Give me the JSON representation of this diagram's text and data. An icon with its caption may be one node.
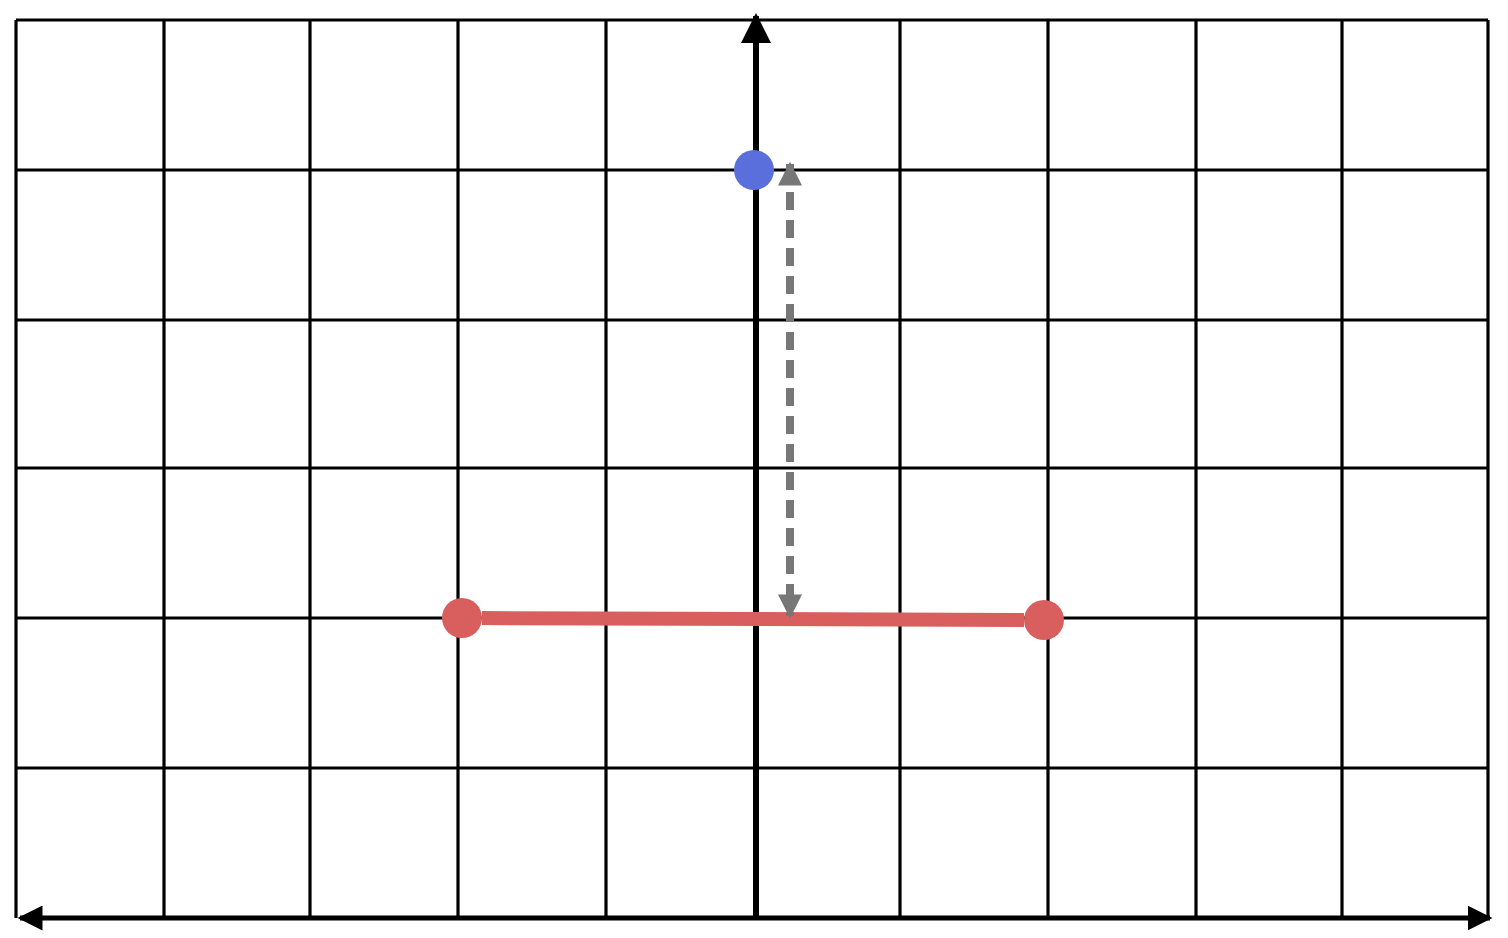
{
  "diagram": {
    "nodes": [
      {
        "text": [],
        "shape": "circle"
      },
      {
        "text": [],
        "shape": "circle"
      },
      {
        "text": [],
        "shape": "circle"
      }
    ],
    "edges": [
      {
        "from": 1,
        "to": 2,
        "arrow": "none",
        "color": "#d95f5f"
      },
      {
        "from": 0,
        "to": null,
        "arrow": "both",
        "style": "dashed",
        "color": "#777777"
      }
    ]
  }
}
